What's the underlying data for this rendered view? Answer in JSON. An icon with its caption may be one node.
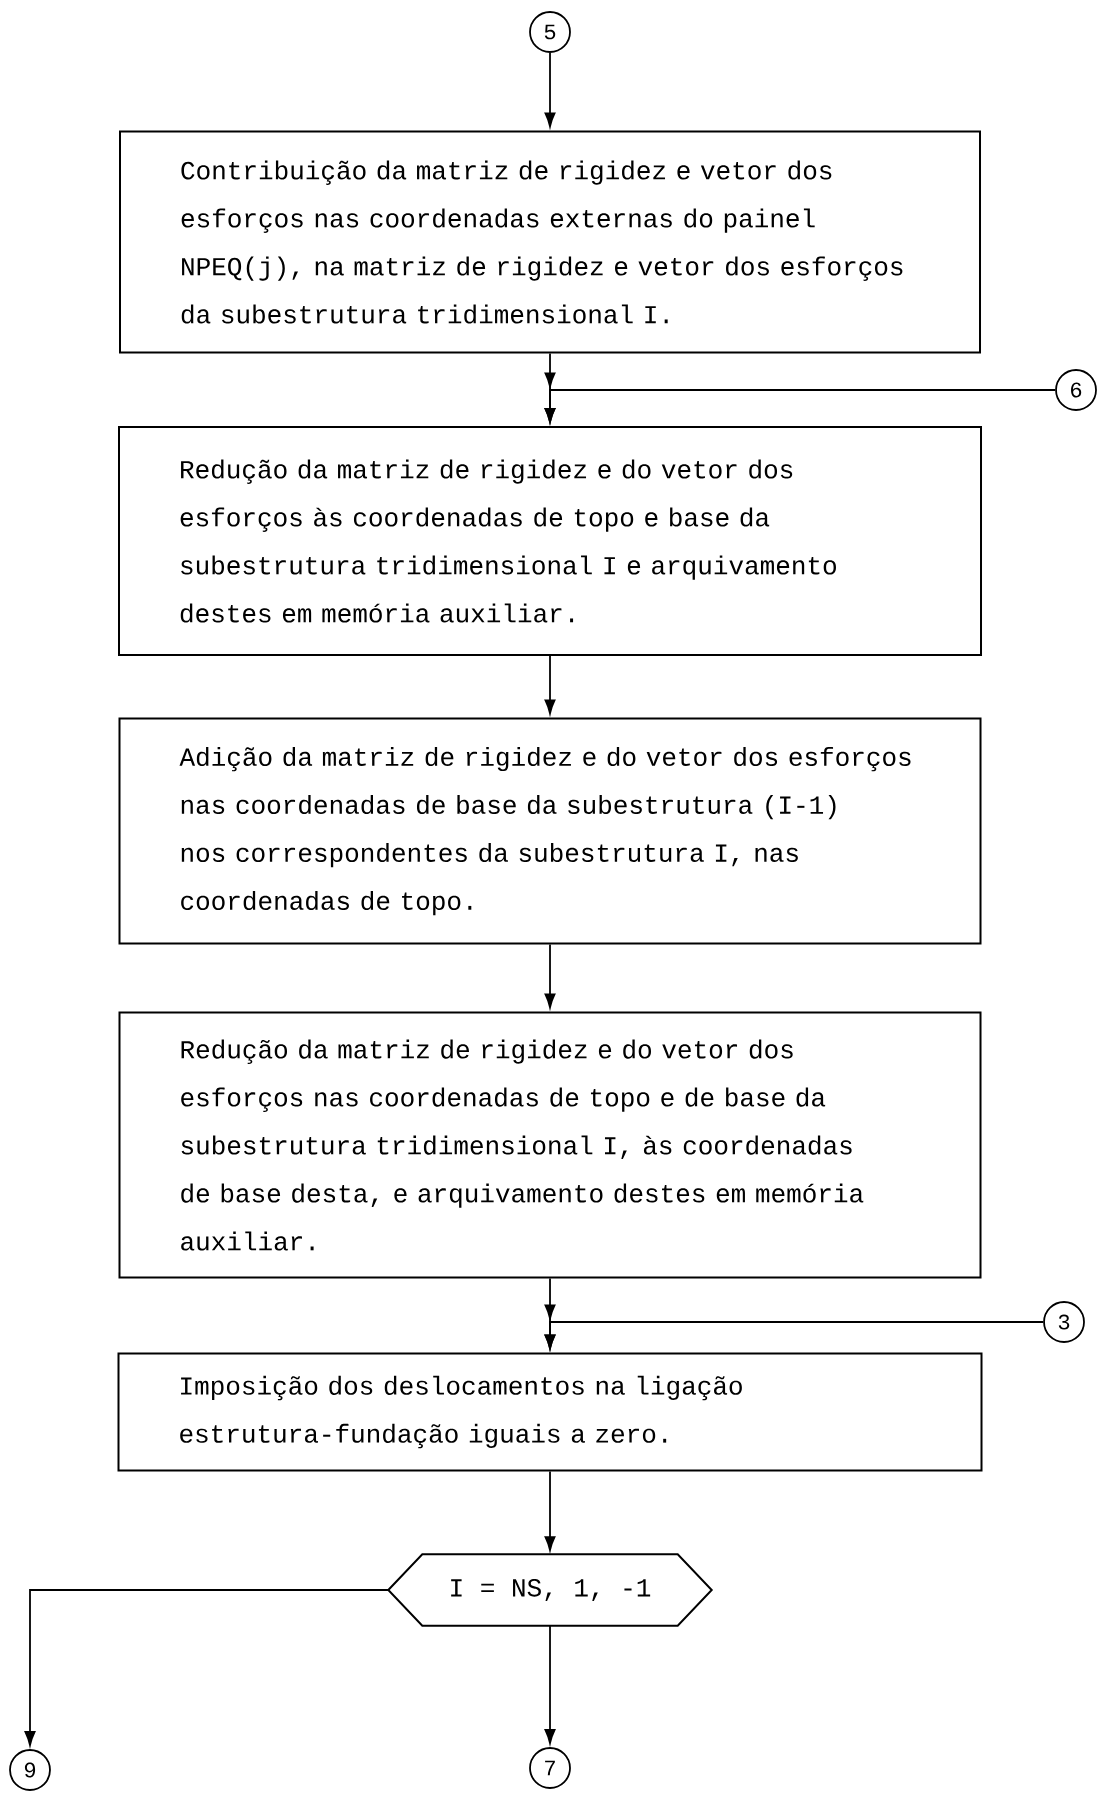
{
  "diagram": {
    "nodes": [
      {
        "text": [
          "5"
        ]
      },
      {
        "text": [
          "Contribuição da matriz de rigidez e vetor dos esforços nas coordenadas externas do painel NPEQ(j), na matriz de rigidez e vetor dos esforços da subestrutura tridimensional I."
        ]
      },
      {
        "text": [
          "6"
        ]
      },
      {
        "text": [
          "Redução da matriz de rigidez e do vetor dos esforços às coordenadas de topo e base da subestrutura tridimensional I e arquivamento destes em memória auxiliar."
        ]
      },
      {
        "text": [
          "Adição da matriz de rigidez e do vetor dos esforços nas coordenadas de base da subestrutura (I-1) nos correspondentes da subestrutura I, nas coordenadas de topo."
        ]
      },
      {
        "text": [
          "Redução da matriz de rigidez e do vetor dos esforços nas coordenadas de topo e de base da subestrutura tridimensional I, às coordenadas de base desta, e arquivamento destes em memória auxiliar."
        ]
      },
      {
        "text": [
          "3"
        ]
      },
      {
        "text": [
          "Imposição dos deslocamentos na ligação estrutura-fundação iguais a zero."
        ]
      },
      {
        "text": [
          "I = NS, 1, -1"
        ]
      },
      {
        "text": [
          "9"
        ]
      },
      {
        "text": [
          "7"
        ]
      }
    ],
    "edges": [
      {
        "from": 0,
        "to": 1,
        "arrow": "to"
      },
      {
        "from": 1,
        "to": 3,
        "arrow": "to"
      },
      {
        "from": 2,
        "to": 3,
        "arrow": "to"
      },
      {
        "from": 3,
        "to": 4,
        "arrow": "to"
      },
      {
        "from": 4,
        "to": 5,
        "arrow": "to"
      },
      {
        "from": 5,
        "to": 7,
        "arrow": "to"
      },
      {
        "from": 6,
        "to": 7,
        "arrow": "to"
      },
      {
        "from": 7,
        "to": 8,
        "arrow": "to"
      },
      {
        "from": 8,
        "to": 9,
        "arrow": "to"
      },
      {
        "from": 8,
        "to": 10,
        "arrow": "to"
      }
    ]
  }
}
